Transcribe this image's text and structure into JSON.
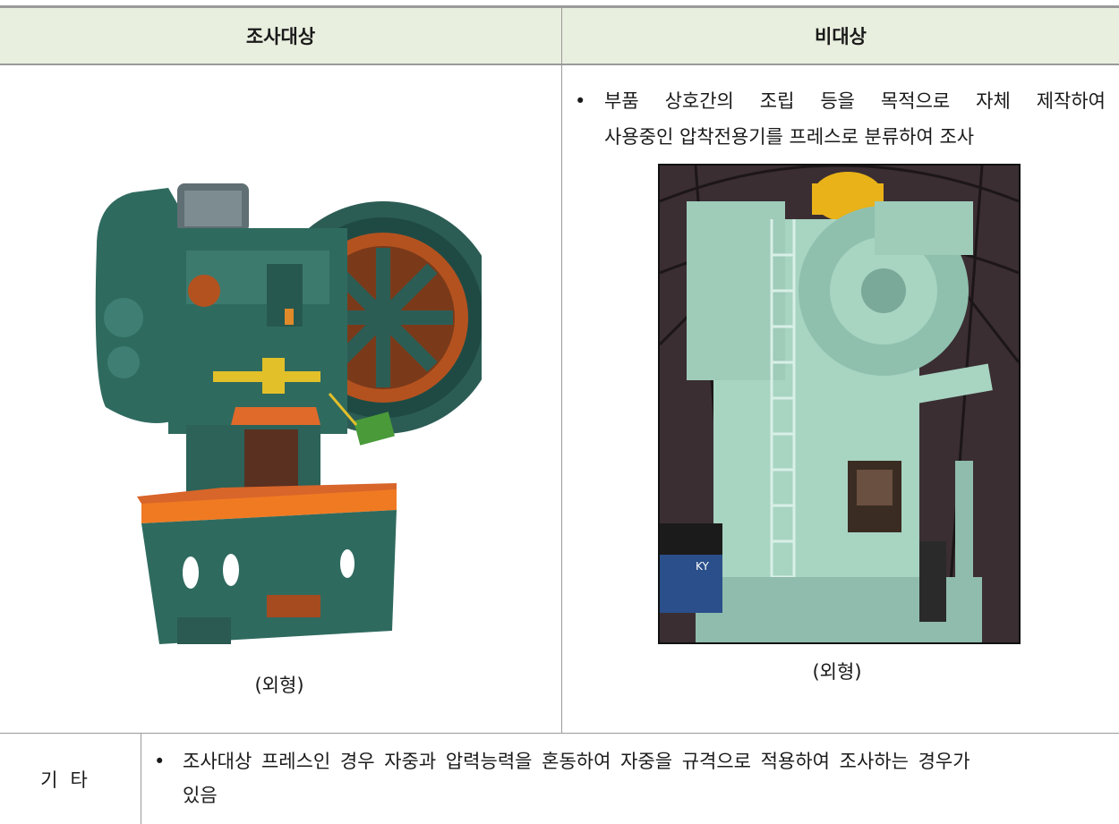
{
  "table": {
    "header_left": "조사대상",
    "header_right": "비대상",
    "right_cell": {
      "bullet_line1": "부품 상호간의 조립 등을 목적으로 자체 제작하여",
      "bullet_line2": "사용중인 압착전용기를 프레스로 분류하여 조사",
      "caption": "(외형)",
      "photo_label": "KY"
    },
    "left_cell": {
      "caption": "(외형)"
    },
    "etc_row": {
      "label": "기타",
      "bullet_line1": "조사대상 프레스인 경우 자중과 압력능력을 혼동하여 자중을 규격으로 적용하여 조사하는 경우가",
      "bullet_line2": "있음"
    }
  }
}
